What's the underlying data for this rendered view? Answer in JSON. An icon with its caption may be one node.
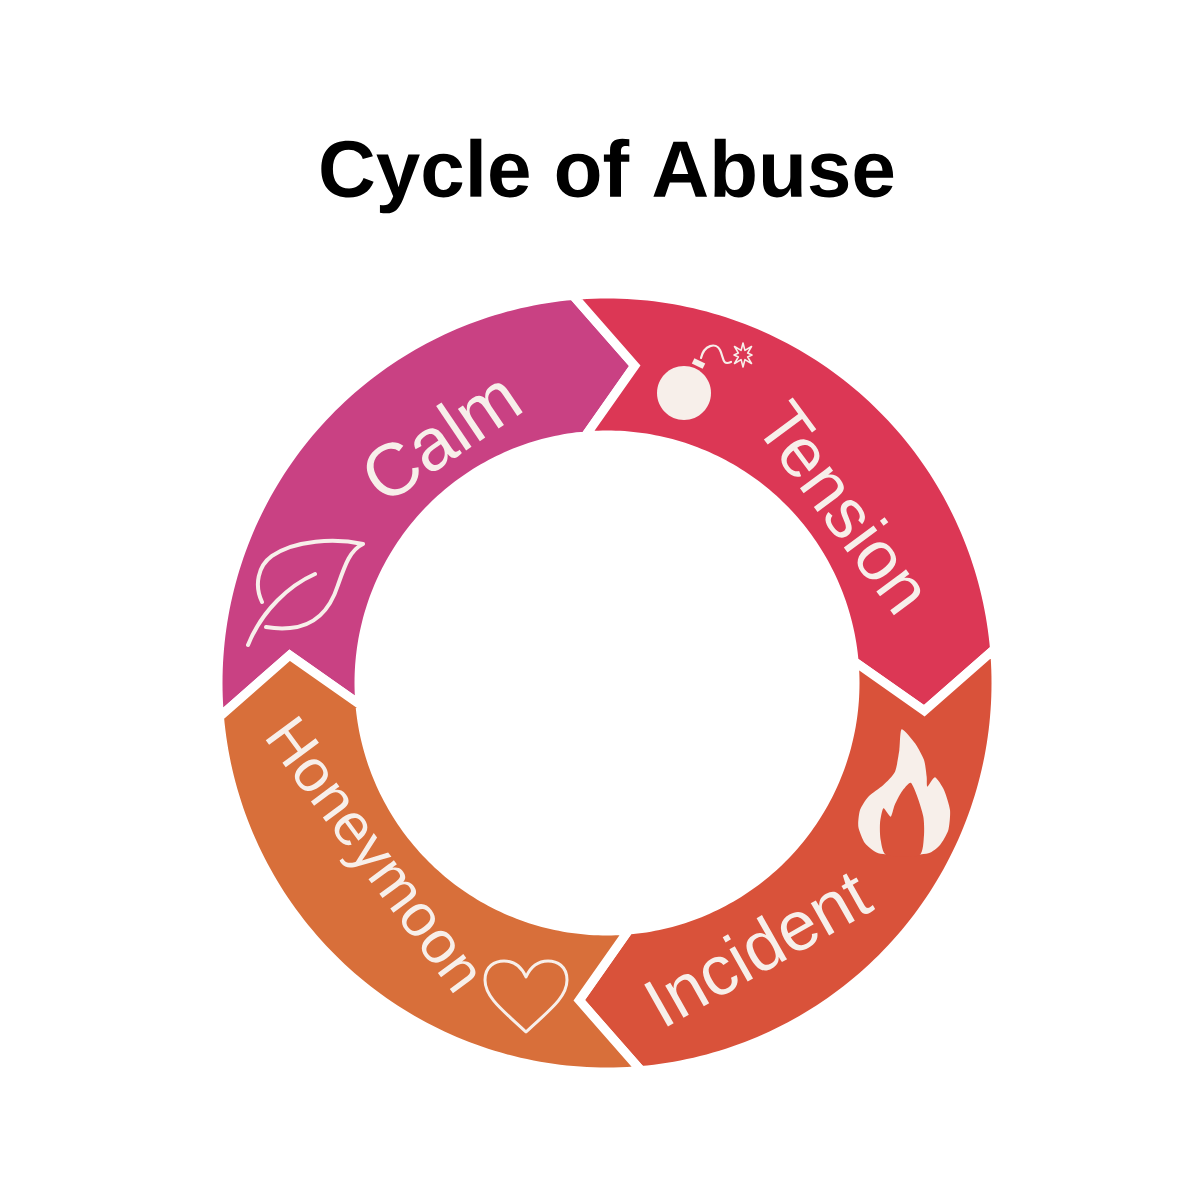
{
  "diagram": {
    "title": "Cycle of Abuse",
    "nodes": [
      {
        "text": [
          "Calm"
        ]
      },
      {
        "text": [
          "Tension"
        ]
      },
      {
        "text": [
          "Incident"
        ]
      },
      {
        "text": [
          "Honeymoon"
        ]
      }
    ]
  }
}
